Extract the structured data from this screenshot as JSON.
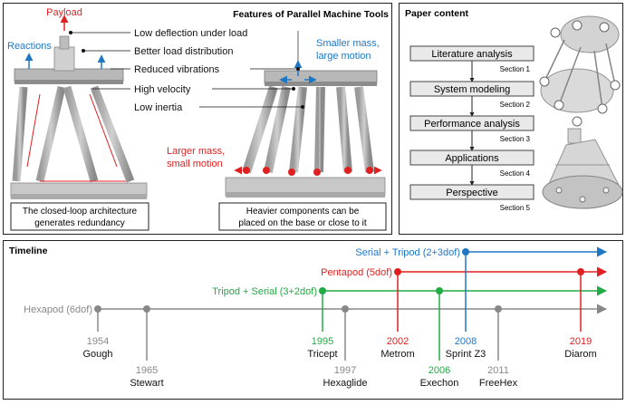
{
  "features": {
    "title": "Features of Parallel Machine Tools",
    "payload": "Payload",
    "reactions": "Reactions",
    "smaller_mass_line1": "Smaller mass,",
    "smaller_mass_line2": "large motion",
    "larger_mass_line1": "Larger mass,",
    "larger_mass_line2": "small motion",
    "list": [
      "Low deflection under load",
      "Better load distribution",
      "Reduced vibrations",
      "High velocity",
      "Low inertia"
    ],
    "caption_left_line1": "The closed-loop architecture",
    "caption_left_line2": "generates redundancy",
    "caption_right_line1": "Heavier components can be",
    "caption_right_line2": "placed on the base or close to it"
  },
  "paper": {
    "title": "Paper content",
    "steps": [
      {
        "label": "Literature analysis",
        "section": "Section 1"
      },
      {
        "label": "System modeling",
        "section": "Section 2"
      },
      {
        "label": "Performance analysis",
        "section": "Section 3"
      },
      {
        "label": "Applications",
        "section": "Section 4"
      },
      {
        "label": "Perspective",
        "section": "Section 5"
      }
    ]
  },
  "timeline": {
    "title": "Timeline",
    "lines": [
      {
        "label": "Serial + Tripod (2+3dof)",
        "color": "#1f77c4"
      },
      {
        "label": "Pentapod (5dof)",
        "color": "#e02020"
      },
      {
        "label": "Tripod + Serial (3+2dof)",
        "color": "#22aa44"
      },
      {
        "label": "Hexapod (6dof)",
        "color": "#888888"
      }
    ],
    "events": [
      {
        "year": "1954",
        "name": "Gough",
        "color": "#888888"
      },
      {
        "year": "1965",
        "name": "Stewart",
        "color": "#888888"
      },
      {
        "year": "1995",
        "name": "Tricept",
        "color": "#22aa44"
      },
      {
        "year": "1997",
        "name": "Hexaglide",
        "color": "#888888"
      },
      {
        "year": "2002",
        "name": "Metrom",
        "color": "#e02020"
      },
      {
        "year": "2006",
        "name": "Exechon",
        "color": "#22aa44"
      },
      {
        "year": "2008",
        "name": "Sprint Z3",
        "color": "#1f77c4"
      },
      {
        "year": "2011",
        "name": "FreeHex",
        "color": "#888888"
      },
      {
        "year": "2019",
        "name": "Diarom",
        "color": "#e02020"
      }
    ]
  }
}
